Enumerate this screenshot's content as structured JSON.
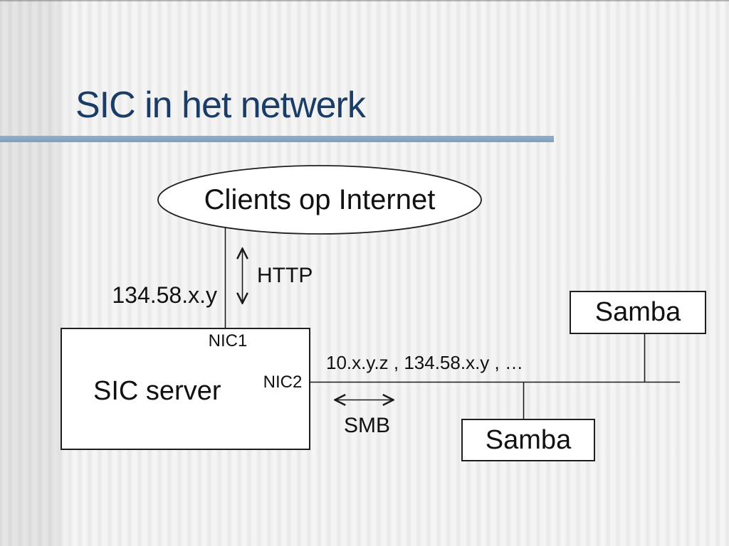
{
  "slide": {
    "title": "SIC in het netwerk",
    "title_color": "#1B3C64",
    "accent_bar_color": "#87A8C5",
    "line_color": "#1A1A1A"
  },
  "diagram": {
    "internet_cloud": {
      "label": "Clients op Internet"
    },
    "wan_link": {
      "protocol": "HTTP",
      "address": "134.58.x.y"
    },
    "sic_server": {
      "label": "SIC server",
      "nic1": "NIC1",
      "nic2": "NIC2"
    },
    "lan": {
      "addresses": "10.x.y.z , 134.58.x.y , …",
      "protocol": "SMB"
    },
    "samba_top": {
      "label": "Samba"
    },
    "samba_bottom": {
      "label": "Samba"
    }
  }
}
